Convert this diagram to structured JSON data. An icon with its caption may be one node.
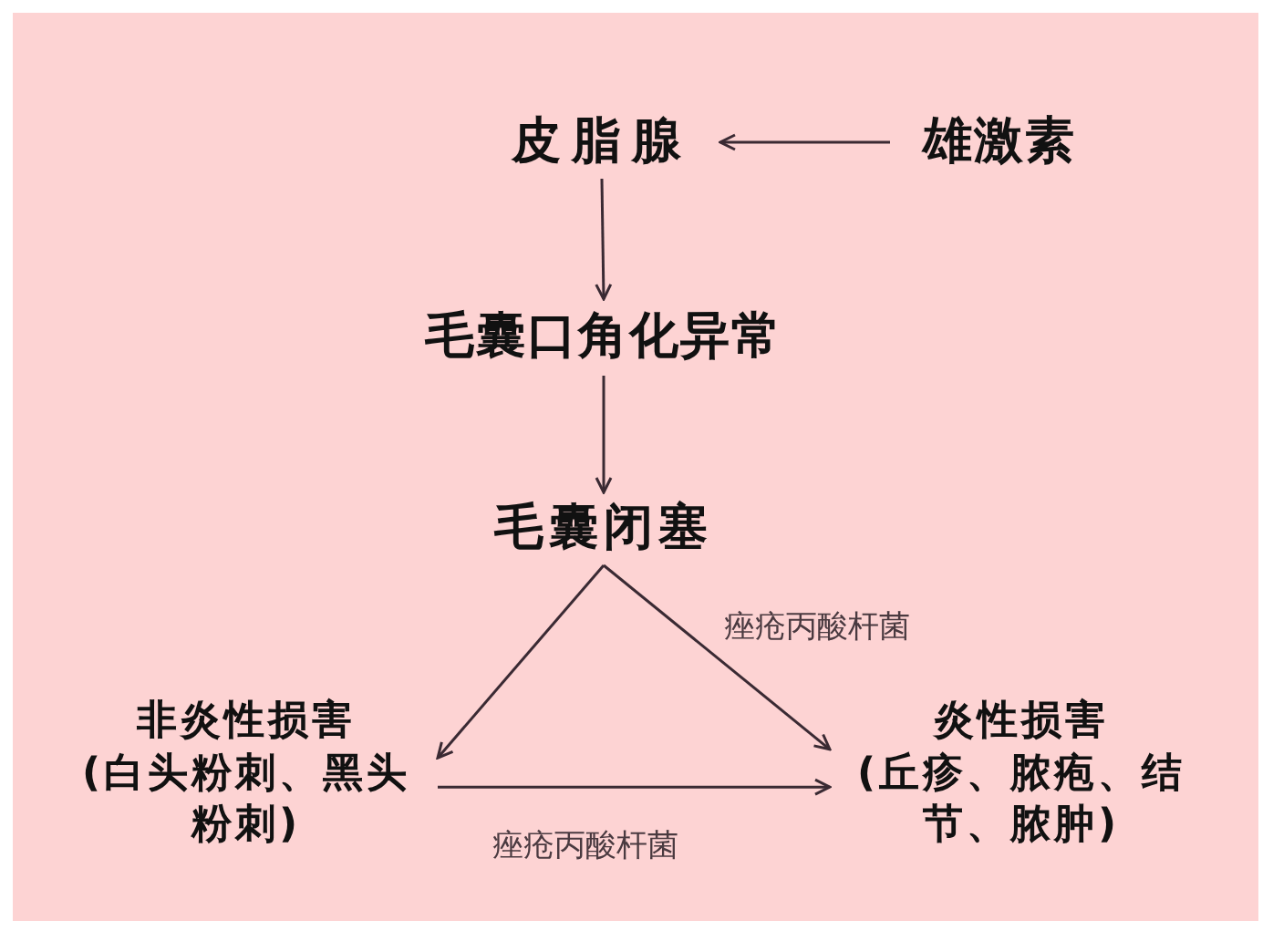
{
  "diagram": {
    "nodes": [
      {
        "text": [
          "皮脂腺"
        ]
      },
      {
        "text": [
          "雄激素"
        ]
      },
      {
        "text": [
          "毛囊口角化异常"
        ]
      },
      {
        "text": [
          "毛囊闭塞"
        ]
      },
      {
        "text": [
          "非炎性损害",
          "(白头粉刺、黑头粉刺)"
        ]
      },
      {
        "text": [
          "炎性损害",
          "(丘疹、脓疱、结节、脓肿)"
        ]
      }
    ],
    "edges": [
      {
        "from": 1,
        "to": 0,
        "arrow": "to"
      },
      {
        "from": 0,
        "to": 2,
        "arrow": "to"
      },
      {
        "from": 2,
        "to": 3,
        "arrow": "to"
      },
      {
        "from": 3,
        "to": 4,
        "arrow": "to"
      },
      {
        "from": 3,
        "to": 5,
        "label": "痤疮丙酸杆菌",
        "arrow": "to"
      },
      {
        "from": 4,
        "to": 5,
        "label": "痤疮丙酸杆菌",
        "arrow": "to"
      }
    ]
  }
}
